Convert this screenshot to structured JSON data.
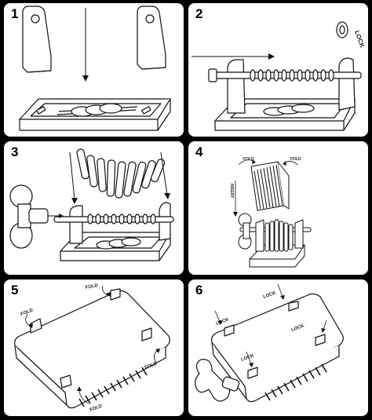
{
  "colors": {
    "line": "#111111",
    "panel": "#ffffff",
    "background": "#000000"
  },
  "steps": [
    {
      "number": "1"
    },
    {
      "number": "2",
      "labels": [
        "LOCK"
      ]
    },
    {
      "number": "3"
    },
    {
      "number": "4",
      "labels": [
        "FOLD",
        "FOLD",
        "INSERT"
      ]
    },
    {
      "number": "5",
      "labels": [
        "FOLD",
        "FOLD",
        "FOLD",
        "FOLD"
      ]
    },
    {
      "number": "6",
      "labels": [
        "LOCK",
        "LOCK",
        "LOCK",
        "LOCK"
      ]
    }
  ]
}
